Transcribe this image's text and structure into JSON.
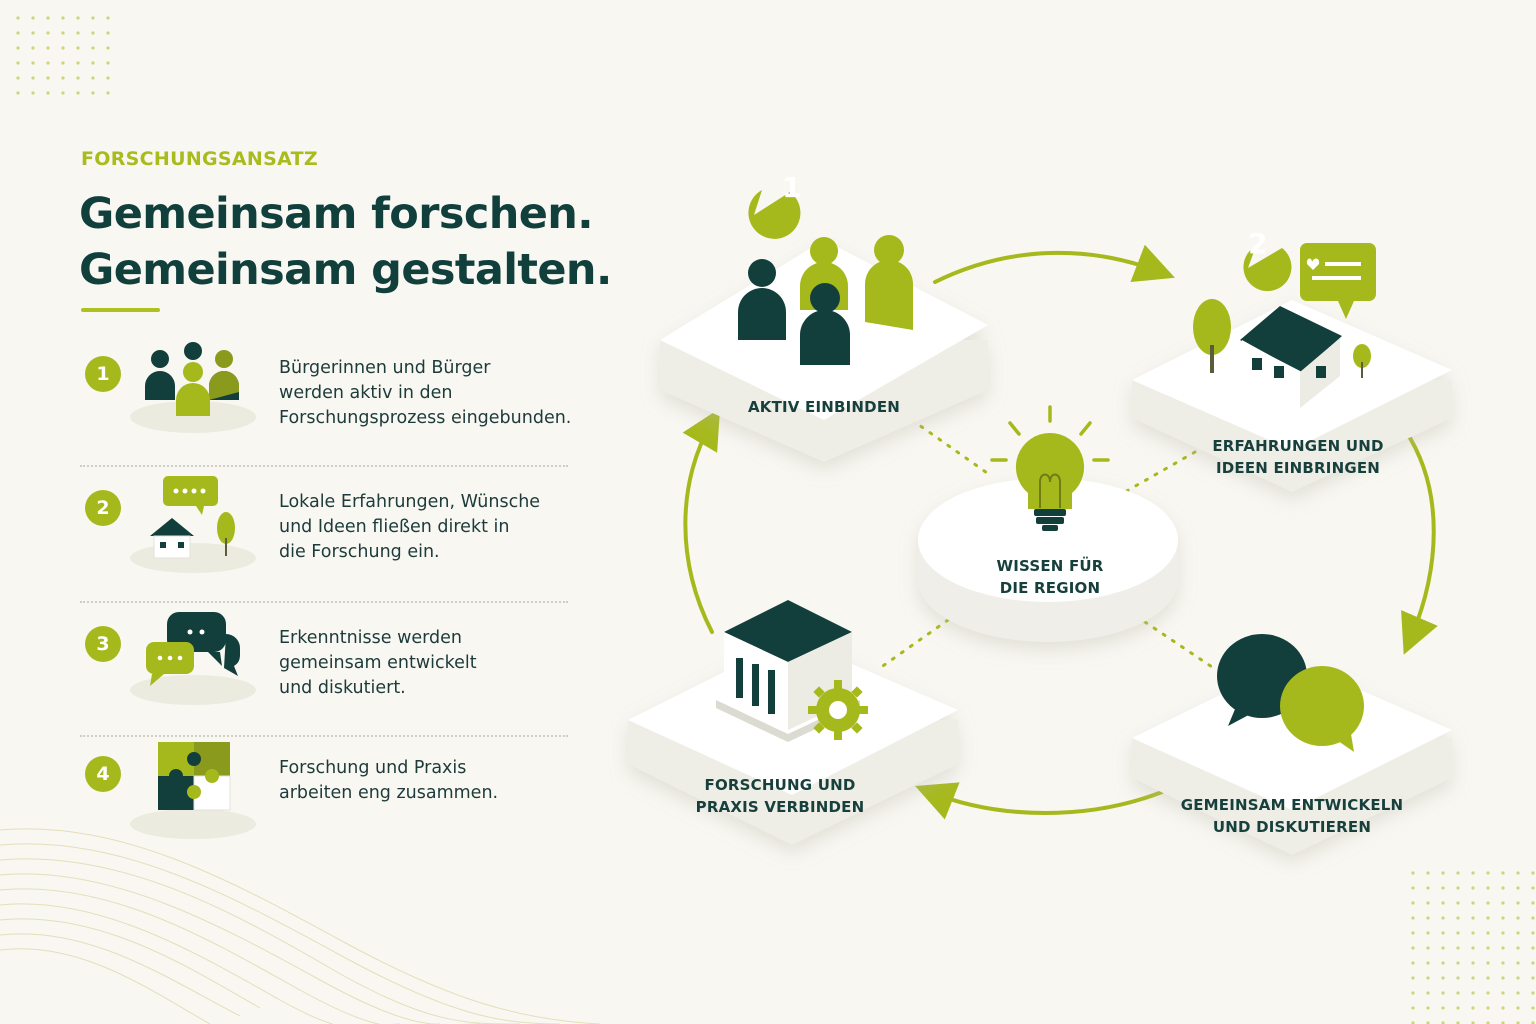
{
  "section_label": "FORSCHUNGSANSATZ",
  "headline": [
    "Gemeinsam forschen.",
    "Gemeinsam gestalten."
  ],
  "colors": {
    "accent": "#a9bb1d",
    "dark": "#103f3c",
    "background": "#f8f7f2"
  },
  "steps": [
    {
      "number": "1",
      "icon": "people-group-icon",
      "text": [
        "Bürgerinnen und Bürger",
        "werden aktiv in den",
        "Forschungsprozess eingebunden."
      ]
    },
    {
      "number": "2",
      "icon": "house-chat-icon",
      "text": [
        "Lokale Erfahrungen, Wünsche",
        "und Ideen fließen direkt in",
        "die Forschung ein."
      ]
    },
    {
      "number": "3",
      "icon": "speech-bubbles-icon",
      "text": [
        "Erkenntnisse werden",
        "gemeinsam entwickelt",
        "und diskutiert."
      ]
    },
    {
      "number": "4",
      "icon": "puzzle-icon",
      "text": [
        "Forschung und Praxis",
        "arbeiten eng zusammen."
      ]
    }
  ],
  "cycle": {
    "center": {
      "icon": "lightbulb-icon",
      "label": [
        "WISSEN FÜR",
        "DIE REGION"
      ]
    },
    "nodes": [
      {
        "badge": "1",
        "icon": "people-group-icon",
        "label": [
          "AKTIV EINBINDEN"
        ]
      },
      {
        "badge": "2",
        "icon": "house-chat-icon",
        "label": [
          "ERFAHRUNGEN UND",
          "IDEEN EINBRINGEN"
        ]
      },
      {
        "badge": "",
        "icon": "speech-bubbles-icon",
        "label": [
          "GEMEINSAM ENTWICKELN",
          "UND DISKUTIEREN"
        ]
      },
      {
        "badge": "",
        "icon": "institution-gear-icon",
        "label": [
          "FORSCHUNG UND",
          "PRAXIS VERBINDEN"
        ]
      }
    ]
  }
}
